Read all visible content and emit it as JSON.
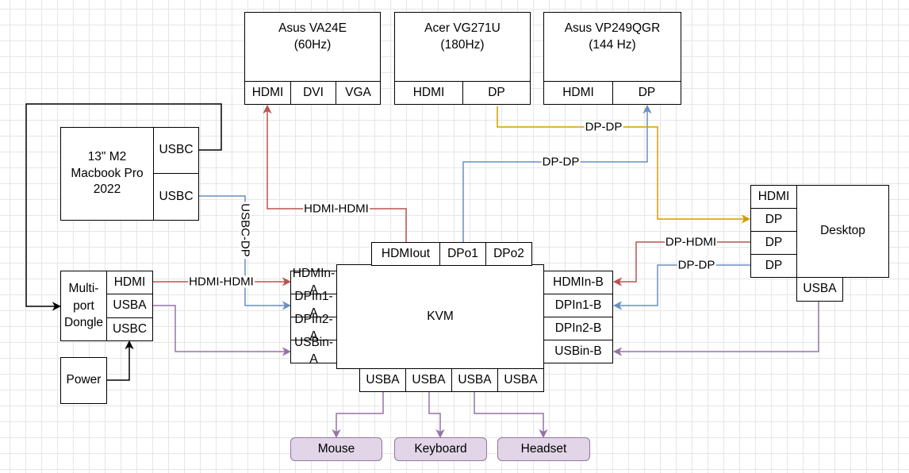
{
  "colors": {
    "red": "#b85450",
    "blue": "#6c8ebf",
    "orange": "#d79b00",
    "purple": "#9673a6",
    "black": "#000000",
    "device_fill": "#e1d5e7"
  },
  "monitors": {
    "asus_va24e": {
      "title": "Asus VA24E\n(60Hz)",
      "ports": [
        "HDMI",
        "DVI",
        "VGA"
      ]
    },
    "acer_vg271u": {
      "title": "Acer VG271U\n(180Hz)",
      "ports": [
        "HDMI",
        "DP"
      ]
    },
    "asus_vp249qgr": {
      "title": "Asus VP249QGR\n(144 Hz)",
      "ports": [
        "HDMI",
        "DP"
      ]
    }
  },
  "macbook": {
    "title": "13\" M2\nMacbook Pro\n2022",
    "ports": [
      "USBC",
      "USBC"
    ]
  },
  "dongle": {
    "title": "Multi-\nport\nDongle",
    "ports": [
      "HDMI",
      "USBA",
      "USBC"
    ]
  },
  "power": {
    "title": "Power"
  },
  "kvm": {
    "title": "KVM",
    "top_ports": [
      "HDMIout",
      "DPo1",
      "DPo2"
    ],
    "left_ports": [
      "HDMIn-A",
      "DPIn1-A",
      "DPIn2-A",
      "USBin-A"
    ],
    "right_ports": [
      "HDMIn-B",
      "DPIn1-B",
      "DPIn2-B",
      "USBin-B"
    ],
    "bottom_ports": [
      "USBA",
      "USBA",
      "USBA",
      "USBA"
    ]
  },
  "desktop": {
    "title": "Desktop",
    "ports": [
      "HDMI",
      "DP",
      "DP",
      "DP"
    ],
    "bottom_port": "USBA"
  },
  "devices": [
    "Mouse",
    "Keyboard",
    "Headset"
  ],
  "edge_labels": {
    "hdmi_hdmi_top": "HDMI-HDMI",
    "dp_dp_upper": "DP-DP",
    "dp_dp_lower": "DP-DP",
    "dp_hdmi": "DP-HDMI",
    "dp_dp_right": "DP-DP",
    "hdmi_hdmi_left": "HDMI-HDMI",
    "usbc_dp": "USBC-DP"
  }
}
